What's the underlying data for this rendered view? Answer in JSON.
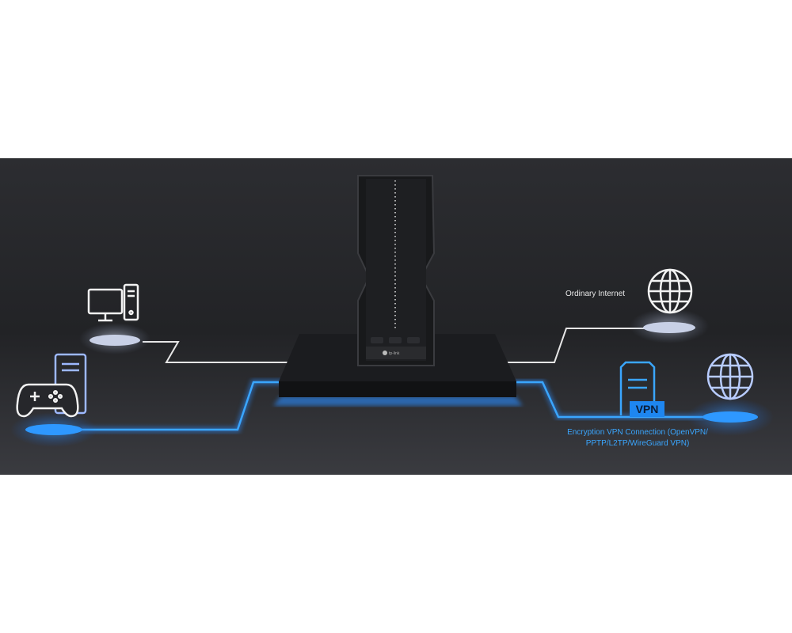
{
  "labels": {
    "ordinary_internet": "Ordinary Internet",
    "vpn_badge": "VPN",
    "vpn_connection_line1": "Encryption VPN Connection (OpenVPN/",
    "vpn_connection_line2": "PPTP/L2TP/WireGuard VPN)",
    "router_brand": "tp-link"
  },
  "colors": {
    "background": "#26272b",
    "ordinary_line": "#e6e6e6",
    "vpn_line": "#2a8cff",
    "vpn_text": "#3aa6ff"
  },
  "icons": [
    "desktop-computer-icon",
    "game-controller-icon",
    "server-icon",
    "globe-icon",
    "vpn-server-icon"
  ]
}
